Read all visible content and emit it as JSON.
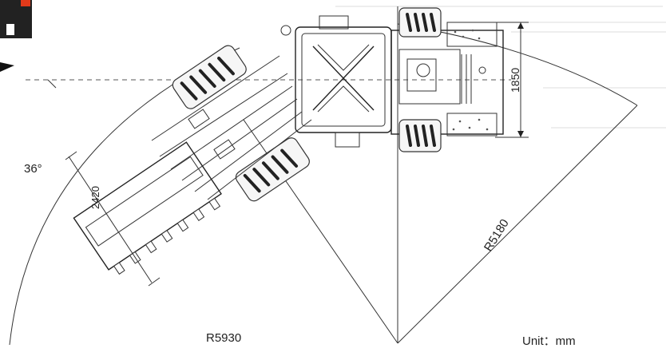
{
  "labels": {
    "dim_width": "1850",
    "dim_bucket": "2420",
    "angle": "36°",
    "radius_inner": "R5180",
    "radius_outer": "R5930",
    "unit": "Unit：mm"
  }
}
